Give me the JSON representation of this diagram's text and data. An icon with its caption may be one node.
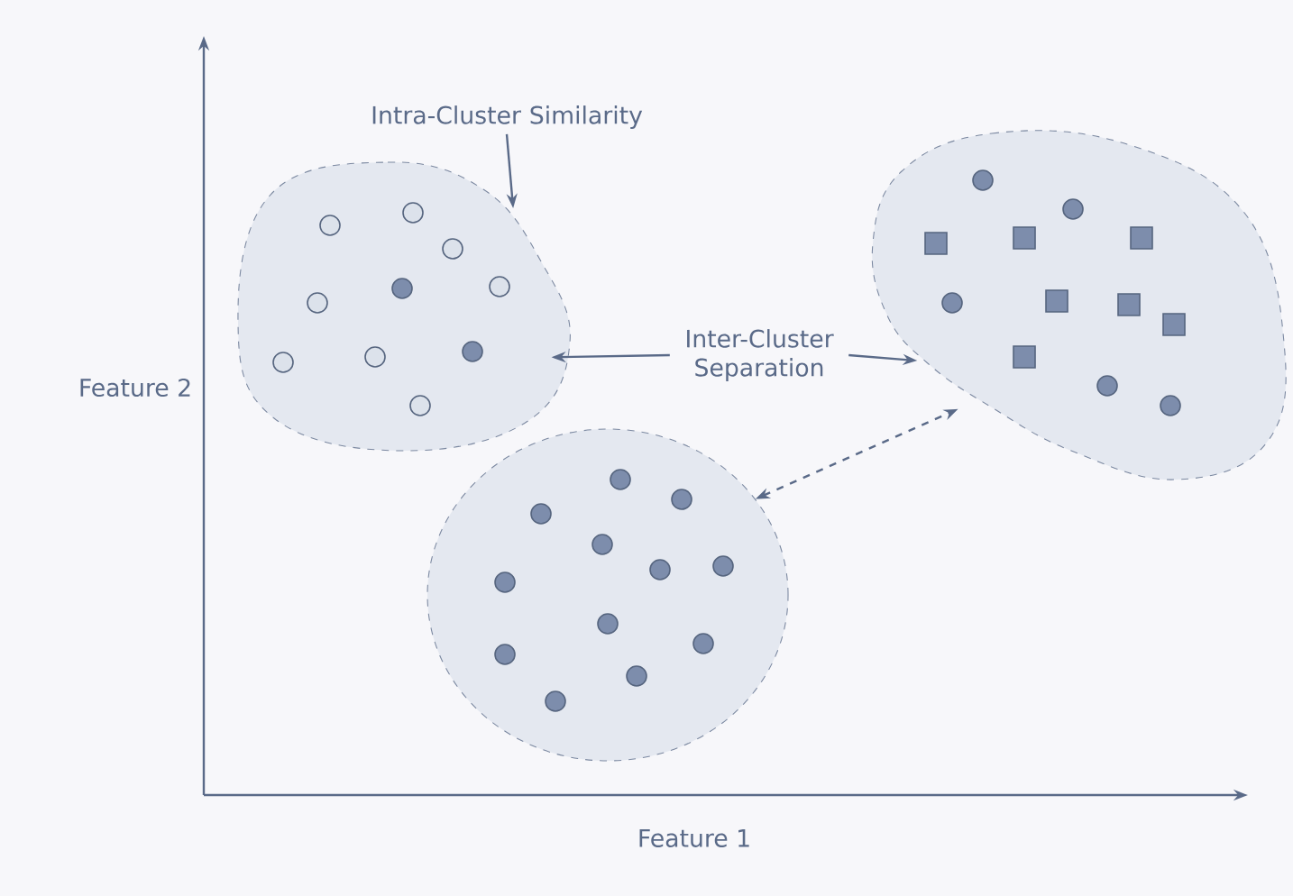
{
  "diagram": {
    "nodes": [
      {
        "text": [
          "Intra-Cluster Similarity"
        ]
      },
      {
        "text": [],
        "shape": "blob"
      },
      {
        "text": [],
        "shape": "blob"
      },
      {
        "text": [],
        "shape": "circle"
      },
      {
        "text": [
          "Inter-Cluster Separation"
        ]
      }
    ],
    "edges": [
      {
        "from": 0,
        "to": 1,
        "arrow": "to"
      },
      {
        "from": 4,
        "to": 1,
        "arrow": "to"
      },
      {
        "from": 4,
        "to": 2,
        "arrow": "to"
      },
      {
        "from": 3,
        "to": 2,
        "arrow": "both",
        "style": "dashed"
      }
    ],
    "labels": [
      "Feature 2",
      "Feature 1"
    ]
  }
}
